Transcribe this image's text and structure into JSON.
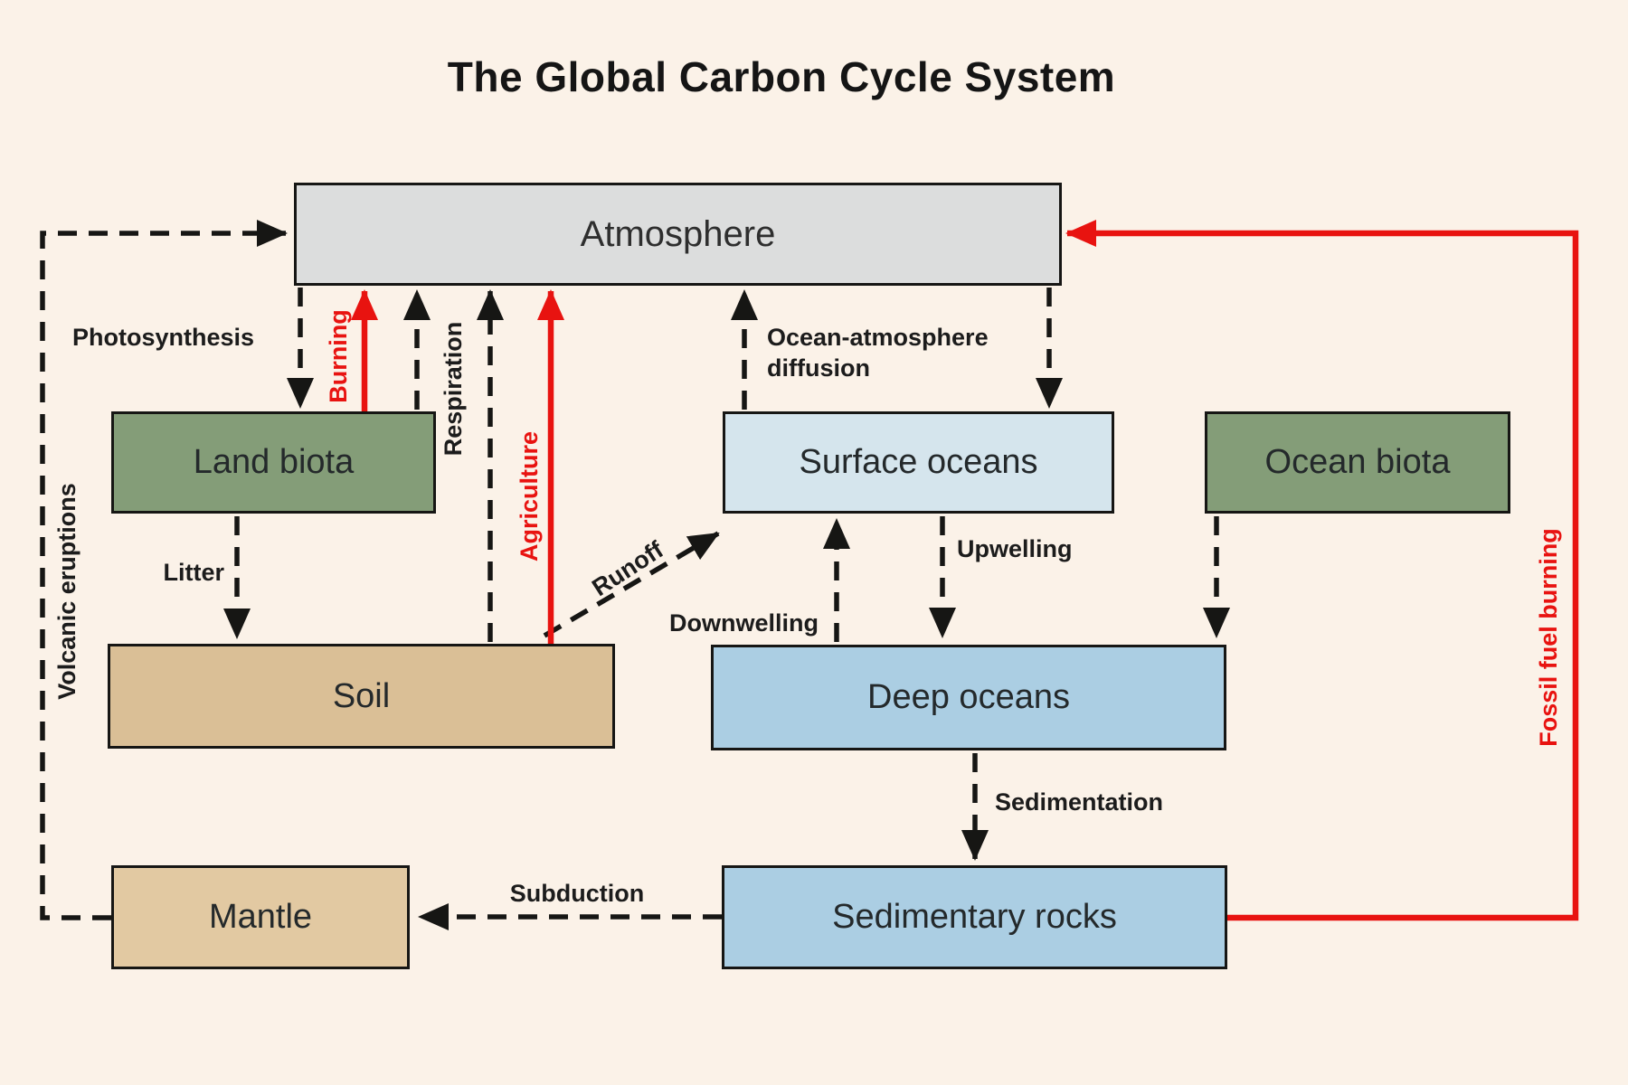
{
  "title": "The Global Carbon Cycle System",
  "boxes": {
    "atmosphere": {
      "label": "Atmosphere",
      "fill": "#dcdddd"
    },
    "land_biota": {
      "label": "Land biota",
      "fill": "#849d78"
    },
    "surface_oceans": {
      "label": "Surface oceans",
      "fill": "#d5e5ed"
    },
    "ocean_biota": {
      "label": "Ocean biota",
      "fill": "#849d78"
    },
    "soil": {
      "label": "Soil",
      "fill": "#dabf96"
    },
    "deep_oceans": {
      "label": "Deep oceans",
      "fill": "#abcee3"
    },
    "mantle": {
      "label": "Mantle",
      "fill": "#e2c9a2"
    },
    "sedimentary_rocks": {
      "label": "Sedimentary rocks",
      "fill": "#abcee3"
    }
  },
  "flows": {
    "photosynthesis": "Photosynthesis",
    "burning": "Burning",
    "respiration": "Respiration",
    "agriculture": "Agriculture",
    "ocean_atmosphere_diffusion": "Ocean-atmosphere diffusion",
    "litter": "Litter",
    "runoff": "Runoff",
    "downwelling": "Downwelling",
    "upwelling": "Upwelling",
    "sedimentation": "Sedimentation",
    "subduction": "Subduction",
    "volcanic_eruptions": "Volcanic eruptions",
    "fossil_fuel_burning": "Fossil fuel burning"
  },
  "colors": {
    "background": "#fbf2e8",
    "outline_black": "#161614",
    "natural_flux_black": "#161614",
    "human_flux_red": "#e81310"
  }
}
